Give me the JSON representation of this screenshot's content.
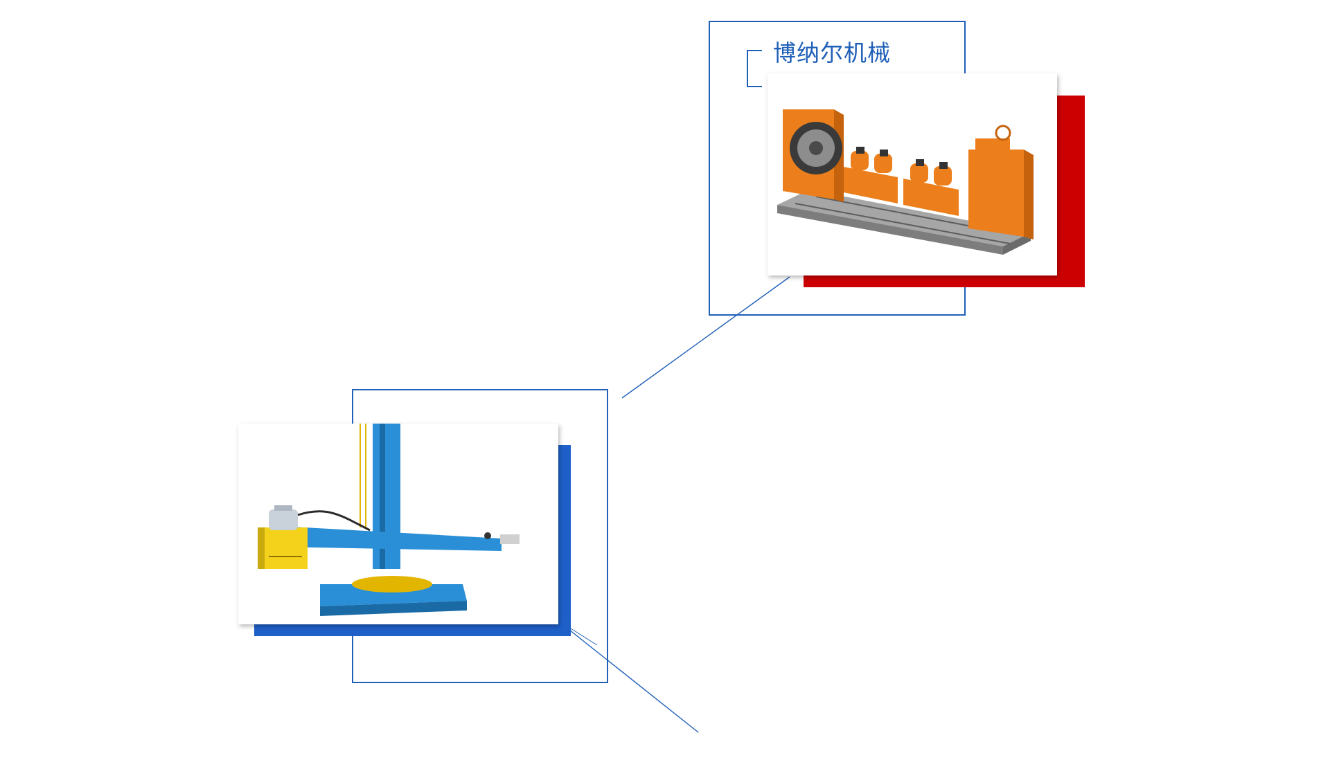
{
  "brand": {
    "title": "博纳尔机械"
  },
  "colors": {
    "frame_blue": "#1f5fb8",
    "accent_red": "#cc0000",
    "accent_blue": "#1f5fc8",
    "machine_orange": "#ec7f1c",
    "machine_blue": "#2a8fd6",
    "steel_gray": "#9a9a9a"
  },
  "products": [
    {
      "image": "pipe-welding-positioner-with-turning-rolls",
      "machine_color": "orange"
    },
    {
      "image": "column-and-boom-welding-manipulator",
      "machine_color": "blue"
    }
  ]
}
